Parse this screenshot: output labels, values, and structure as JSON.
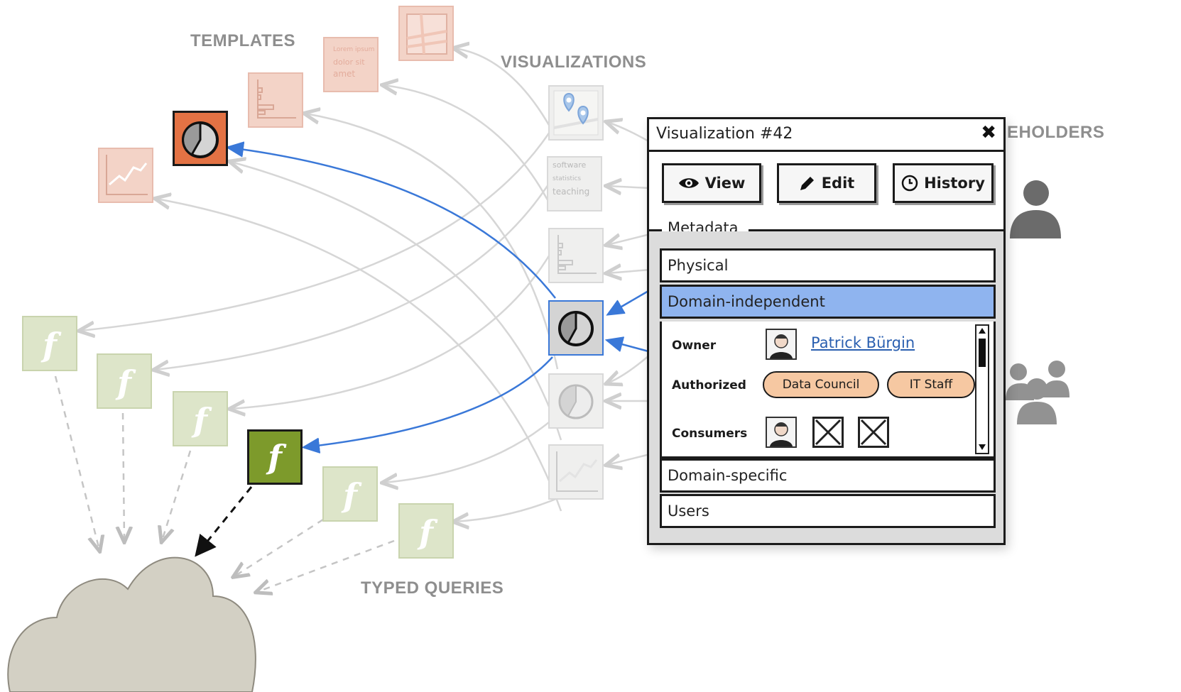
{
  "labels": {
    "templates": "TEMPLATES",
    "visualizations": "VISUALIZATIONS",
    "stakeholders_partial": "EHOLDERS",
    "typed_queries": "TYPED QUERIES"
  },
  "template_tiles": {
    "lorem_text": [
      "Lorem ipsum",
      "dolor sit",
      "amet"
    ]
  },
  "visualization_tiles": {
    "text_tile_words": [
      "software",
      "statistics",
      "teaching"
    ]
  },
  "query_glyph": "f",
  "panel": {
    "title": "Visualization #42",
    "buttons": {
      "view": "View",
      "edit": "Edit",
      "history": "History"
    },
    "metadata_label": "Metadata",
    "sections": [
      "Physical",
      "Domain-independent",
      "Domain-specific",
      "Users"
    ],
    "active_section": "Domain-independent",
    "owner_label": "Owner",
    "owner_name": "Patrick Bürgin",
    "authorized_label": "Authorized",
    "authorized": [
      "Data Council",
      "IT Staff"
    ],
    "consumers_label": "Consumers"
  },
  "colors": {
    "accent_blue": "#3a78d8",
    "highlight_orange": "#e37244",
    "highlight_olive": "#7d9a2b",
    "section_active": "#8fb4ef",
    "pill": "#f6c8a2",
    "cloud": "#d3d0c4"
  },
  "icons": [
    "eye-icon",
    "pencil-icon",
    "clock-icon",
    "close-icon",
    "person-icon",
    "group-icon",
    "cloud-icon"
  ]
}
